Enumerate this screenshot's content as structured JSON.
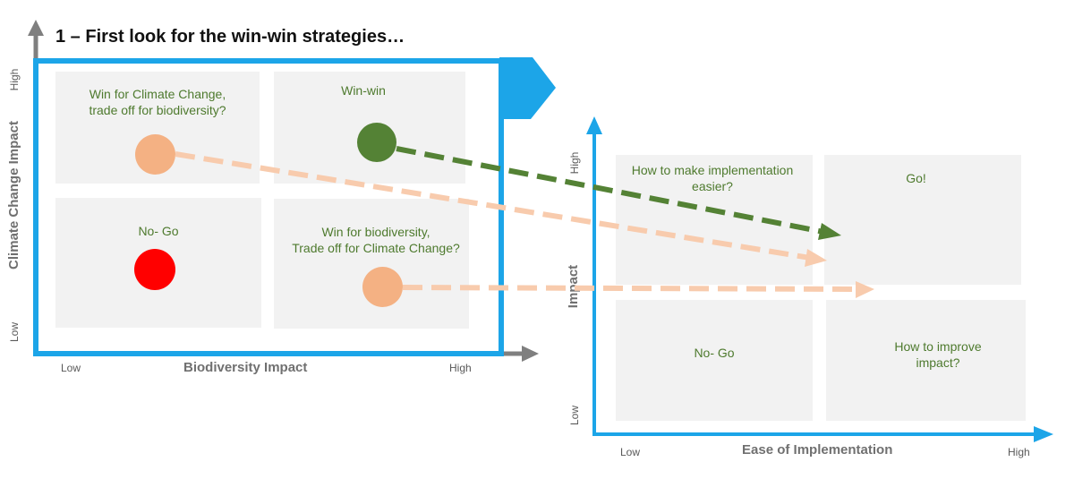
{
  "title": "1 – First look for the win-win strategies…",
  "left_matrix": {
    "y_axis_title": "Climate Change Impact",
    "x_axis_title": "Biodiversity Impact",
    "y_high": "High",
    "y_low": "Low",
    "x_low": "Low",
    "x_high": "High",
    "quadrants": {
      "top_left": "Win for Climate Change,\ntrade off for biodiversity?",
      "top_right": "Win-win",
      "bottom_left": "No- Go",
      "bottom_right": "Win for biodiversity,\nTrade off for Climate Change?"
    }
  },
  "right_matrix": {
    "y_axis_title": "Impact",
    "x_axis_title": "Ease of Implementation",
    "y_high": "High",
    "y_low": "Low",
    "x_low": "Low",
    "x_high": "High",
    "quadrants": {
      "top_left": "How to make implementation\neasier?",
      "top_right": "Go!",
      "bottom_left": "No- Go",
      "bottom_right": "How to improve\nimpact?"
    }
  },
  "colors": {
    "frame": "#1ca5e8",
    "axis_gray": "#7f7f7f",
    "quadrant_fill": "#f2f2f2",
    "quadrant_text": "#4e7a2e",
    "win_win_dot": "#548235",
    "trade_off_dot": "#f4b183",
    "no_go_dot": "#ff0000",
    "arrow_green": "#548235",
    "arrow_peach": "#f8cbad"
  }
}
